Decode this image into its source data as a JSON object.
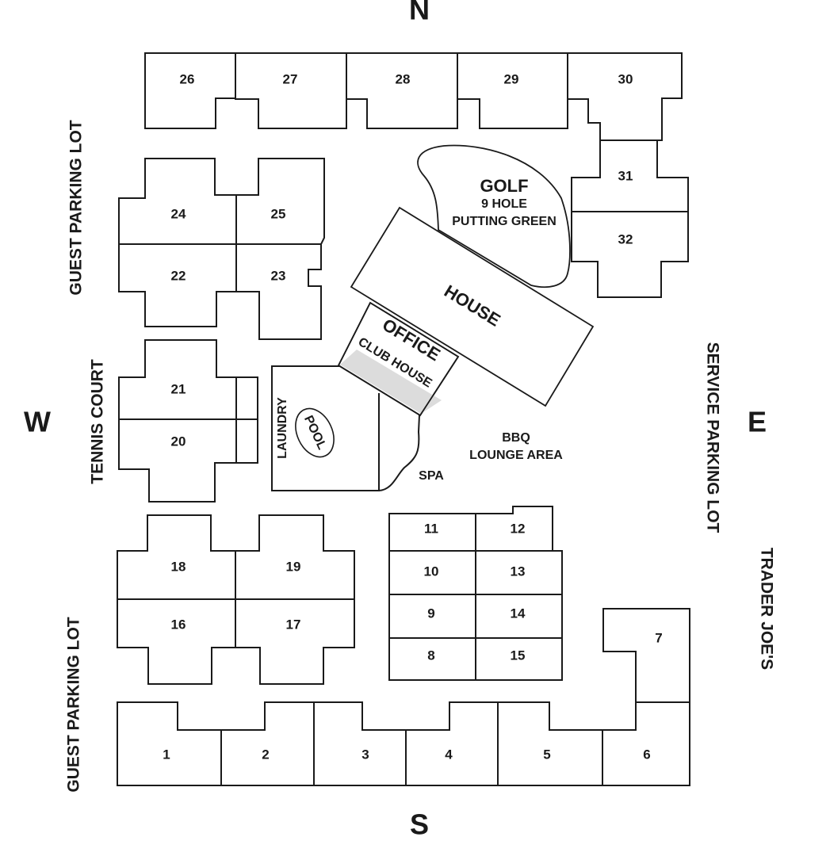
{
  "map": {
    "compass": {
      "north": "N",
      "south": "S",
      "east": "E",
      "west": "W"
    },
    "surroundings": {
      "guest_parking_north": "GUEST PARKING LOT",
      "tennis_court": "TENNIS COURT",
      "guest_parking_south": "GUEST PARKING LOT",
      "service_parking": "SERVICE PARKING LOT",
      "trader_joes": "TRADER JOE'S"
    },
    "amenities": {
      "golf_title": "GOLF",
      "golf_line1": "9 HOLE",
      "golf_line2": "PUTTING GREEN",
      "house": "HOUSE",
      "office": "OFFICE",
      "club_house": "CLUB HOUSE",
      "laundry": "LAUNDRY",
      "pool": "POOL",
      "spa": "SPA",
      "bbq_line1": "BBQ",
      "bbq_line2": "LOUNGE AREA"
    },
    "units": [
      "1",
      "2",
      "3",
      "4",
      "5",
      "6",
      "7",
      "8",
      "9",
      "10",
      "11",
      "12",
      "13",
      "14",
      "15",
      "16",
      "17",
      "18",
      "19",
      "20",
      "21",
      "22",
      "23",
      "24",
      "25",
      "26",
      "27",
      "28",
      "29",
      "30",
      "31",
      "32"
    ]
  }
}
